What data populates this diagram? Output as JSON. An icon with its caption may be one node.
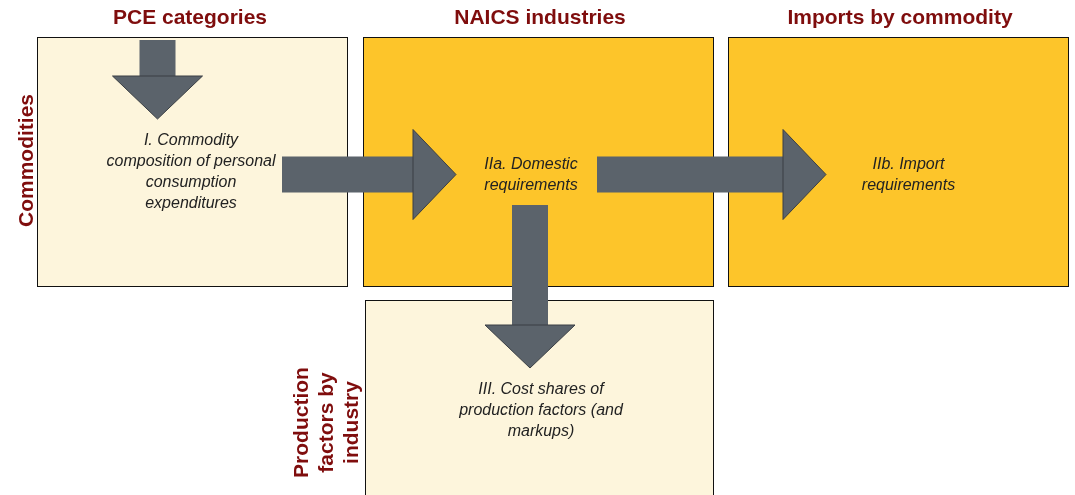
{
  "diagram": {
    "nodes": [
      {
        "text": [
          "I. Commodity composition of personal consumption expenditures"
        ]
      },
      {
        "text": [
          "IIa. Domestic requirements"
        ]
      },
      {
        "text": [
          "IIb. Import requirements"
        ]
      },
      {
        "text": [
          "III. Cost shares of production factors (and markups)"
        ]
      }
    ],
    "edges": [
      {
        "from": null,
        "to": 0,
        "arrow": "to"
      },
      {
        "from": 0,
        "to": 1,
        "arrow": "to"
      },
      {
        "from": 1,
        "to": 2,
        "arrow": "to"
      },
      {
        "from": 1,
        "to": 3,
        "arrow": "to"
      }
    ],
    "labels": [
      "PCE categories",
      "NAICS industries",
      "Imports by commodity",
      "Commodities",
      "Production factors by industry"
    ]
  }
}
